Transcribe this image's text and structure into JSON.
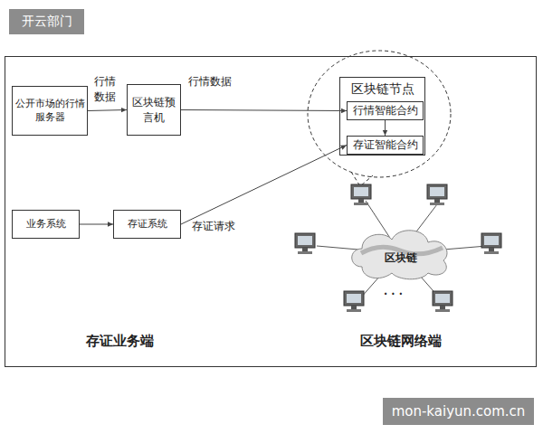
{
  "diagram": {
    "nodes": [
      {
        "text": [
          "公开市场的行情服务器"
        ]
      },
      {
        "text": [
          "区块链预言机"
        ]
      },
      {
        "text": [
          "区块链节点"
        ]
      },
      {
        "text": [
          "行情智能合约"
        ],
        "in": 2
      },
      {
        "text": [
          "存证智能合约"
        ],
        "in": 2
      },
      {
        "text": [
          "业务系统"
        ]
      },
      {
        "text": [
          "存证系统"
        ]
      },
      {
        "text": [
          "区块链"
        ]
      }
    ],
    "edges": [
      {
        "from": 0,
        "to": 1,
        "arrow": "to",
        "label": "行情数据"
      },
      {
        "from": 1,
        "to": 3,
        "arrow": "to",
        "label": "行情数据"
      },
      {
        "from": 3,
        "to": 4,
        "arrow": "to"
      },
      {
        "from": 5,
        "to": 6,
        "arrow": "to"
      },
      {
        "from": 6,
        "to": 4,
        "arrow": "to",
        "label": "存证请求"
      }
    ],
    "labels": [
      "开云部门",
      "存证业务端",
      "区块链网络端",
      "· · ·",
      "mon-kaiyun.com.cn"
    ]
  }
}
